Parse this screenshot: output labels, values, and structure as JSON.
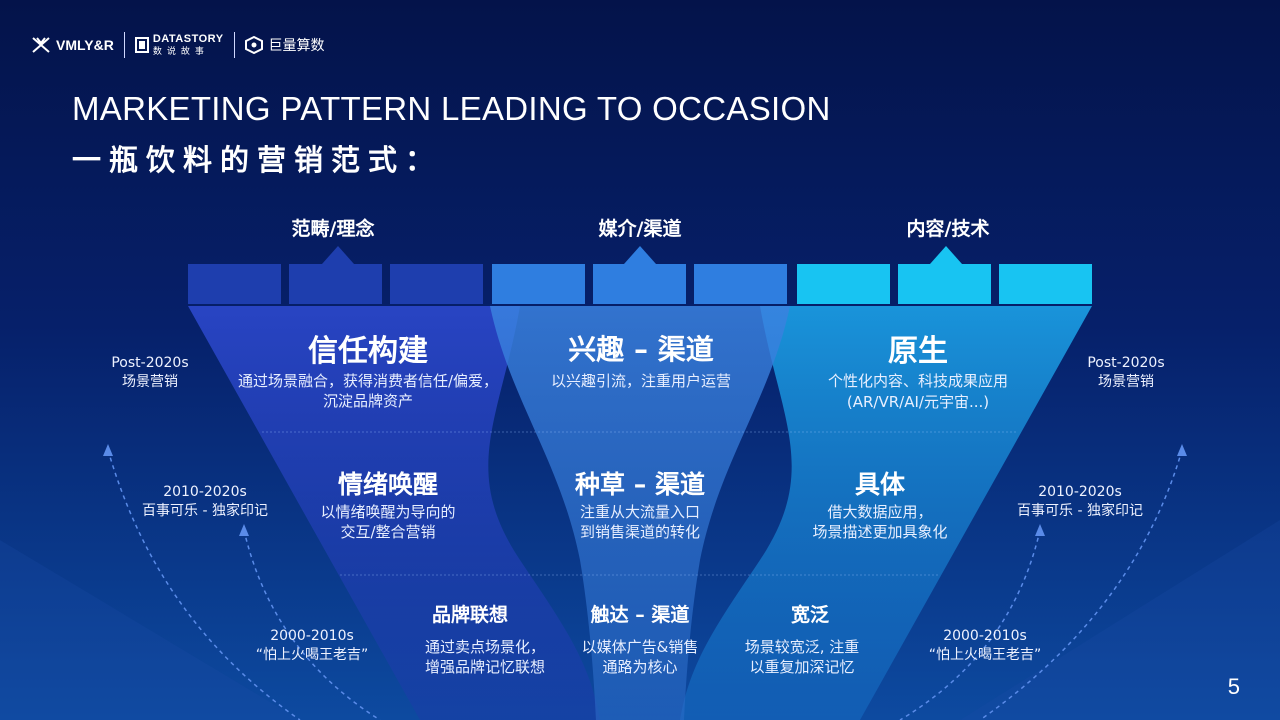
{
  "logos": {
    "vmlyr": "VMLY&R",
    "datastory_en": "DATASTORY",
    "datastory_cn": "数说故事",
    "juliang": "巨量算数"
  },
  "title": {
    "en": "MARKETING PATTERN LEADING TO OCCASION",
    "cn": "一瓶饮料的营销范式："
  },
  "columns": [
    {
      "header": "范畴/理念",
      "color": "#1a3aa6"
    },
    {
      "header": "媒介/渠道",
      "color": "#2a78d8"
    },
    {
      "header": "内容/技术",
      "color": "#12c2f0"
    }
  ],
  "rows": {
    "top": {
      "left": {
        "title": "信任构建",
        "desc": "通过场景融合，获得消费者信任/偏爱，沉淀品牌资产"
      },
      "middle": {
        "title": "兴趣 – 渠道",
        "desc": "以兴趣引流，注重用户运营"
      },
      "right": {
        "title": "原生",
        "desc": "个性化内容、科技成果应用",
        "desc2": "(AR/VR/AI/元宇宙...)"
      }
    },
    "mid": {
      "left": {
        "title": "情绪唤醒",
        "desc": "以情绪唤醒为导向的",
        "desc2": "交互/整合营销"
      },
      "middle": {
        "title": "种草 – 渠道",
        "desc": "注重从大流量入口",
        "desc2": "到销售渠道的转化"
      },
      "right": {
        "title": "具体",
        "desc": "借大数据应用，",
        "desc2": "场景描述更加具象化"
      }
    },
    "bottom": {
      "left": {
        "title": "品牌联想",
        "desc": "通过卖点场景化，",
        "desc2": "增强品牌记忆联想"
      },
      "middle": {
        "title": "触达 – 渠道",
        "desc": "以媒体广告&销售",
        "desc2": "通路为核心"
      },
      "right": {
        "title": "宽泛",
        "desc": "场景较宽泛, 注重",
        "desc2": "以重复加深记忆"
      }
    }
  },
  "timeline_left": [
    {
      "period": "Post-2020s",
      "label": "场景营销"
    },
    {
      "period": "2010-2020s",
      "label": "百事可乐 - 独家印记"
    },
    {
      "period": "2000-2010s",
      "label": "“怕上火喝王老吉”"
    }
  ],
  "timeline_right": [
    {
      "period": "Post-2020s",
      "label": "场景营销"
    },
    {
      "period": "2010-2020s",
      "label": "百事可乐 - 独家印记"
    },
    {
      "period": "2000-2010s",
      "label": "“怕上火喝王老吉”"
    }
  ],
  "page_number": "5"
}
